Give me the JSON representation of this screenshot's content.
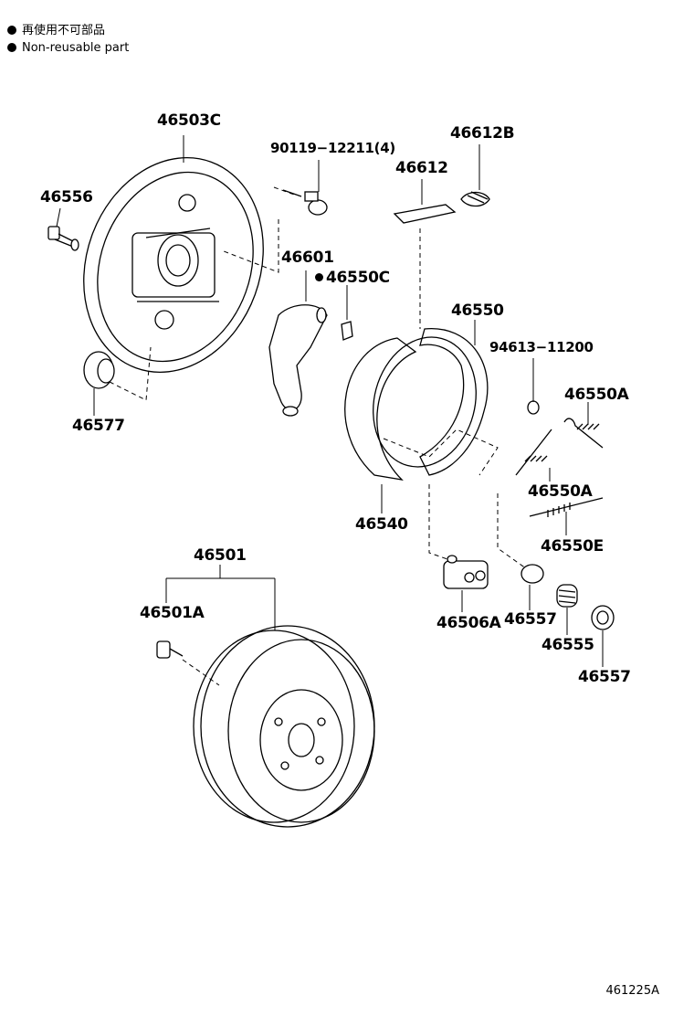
{
  "legend": {
    "line1": "再使用不可部品",
    "line2": "Non-reusable part"
  },
  "parts": {
    "p46503C": "46503C",
    "p90119": "90119−12211(4)",
    "p46612B": "46612B",
    "p46612": "46612",
    "p46556": "46556",
    "p46601": "46601",
    "p46550C": "46550C",
    "p46550": "46550",
    "p94613": "94613−11200",
    "p46550A_1": "46550A",
    "p46577": "46577",
    "p46550A_2": "46550A",
    "p46540": "46540",
    "p46550E": "46550E",
    "p46501": "46501",
    "p46501A": "46501A",
    "p46506A": "46506A",
    "p46557_1": "46557",
    "p46555": "46555",
    "p46557_2": "46557"
  },
  "non_reusable": [
    "46550C"
  ],
  "diagram_ref": "461225A"
}
